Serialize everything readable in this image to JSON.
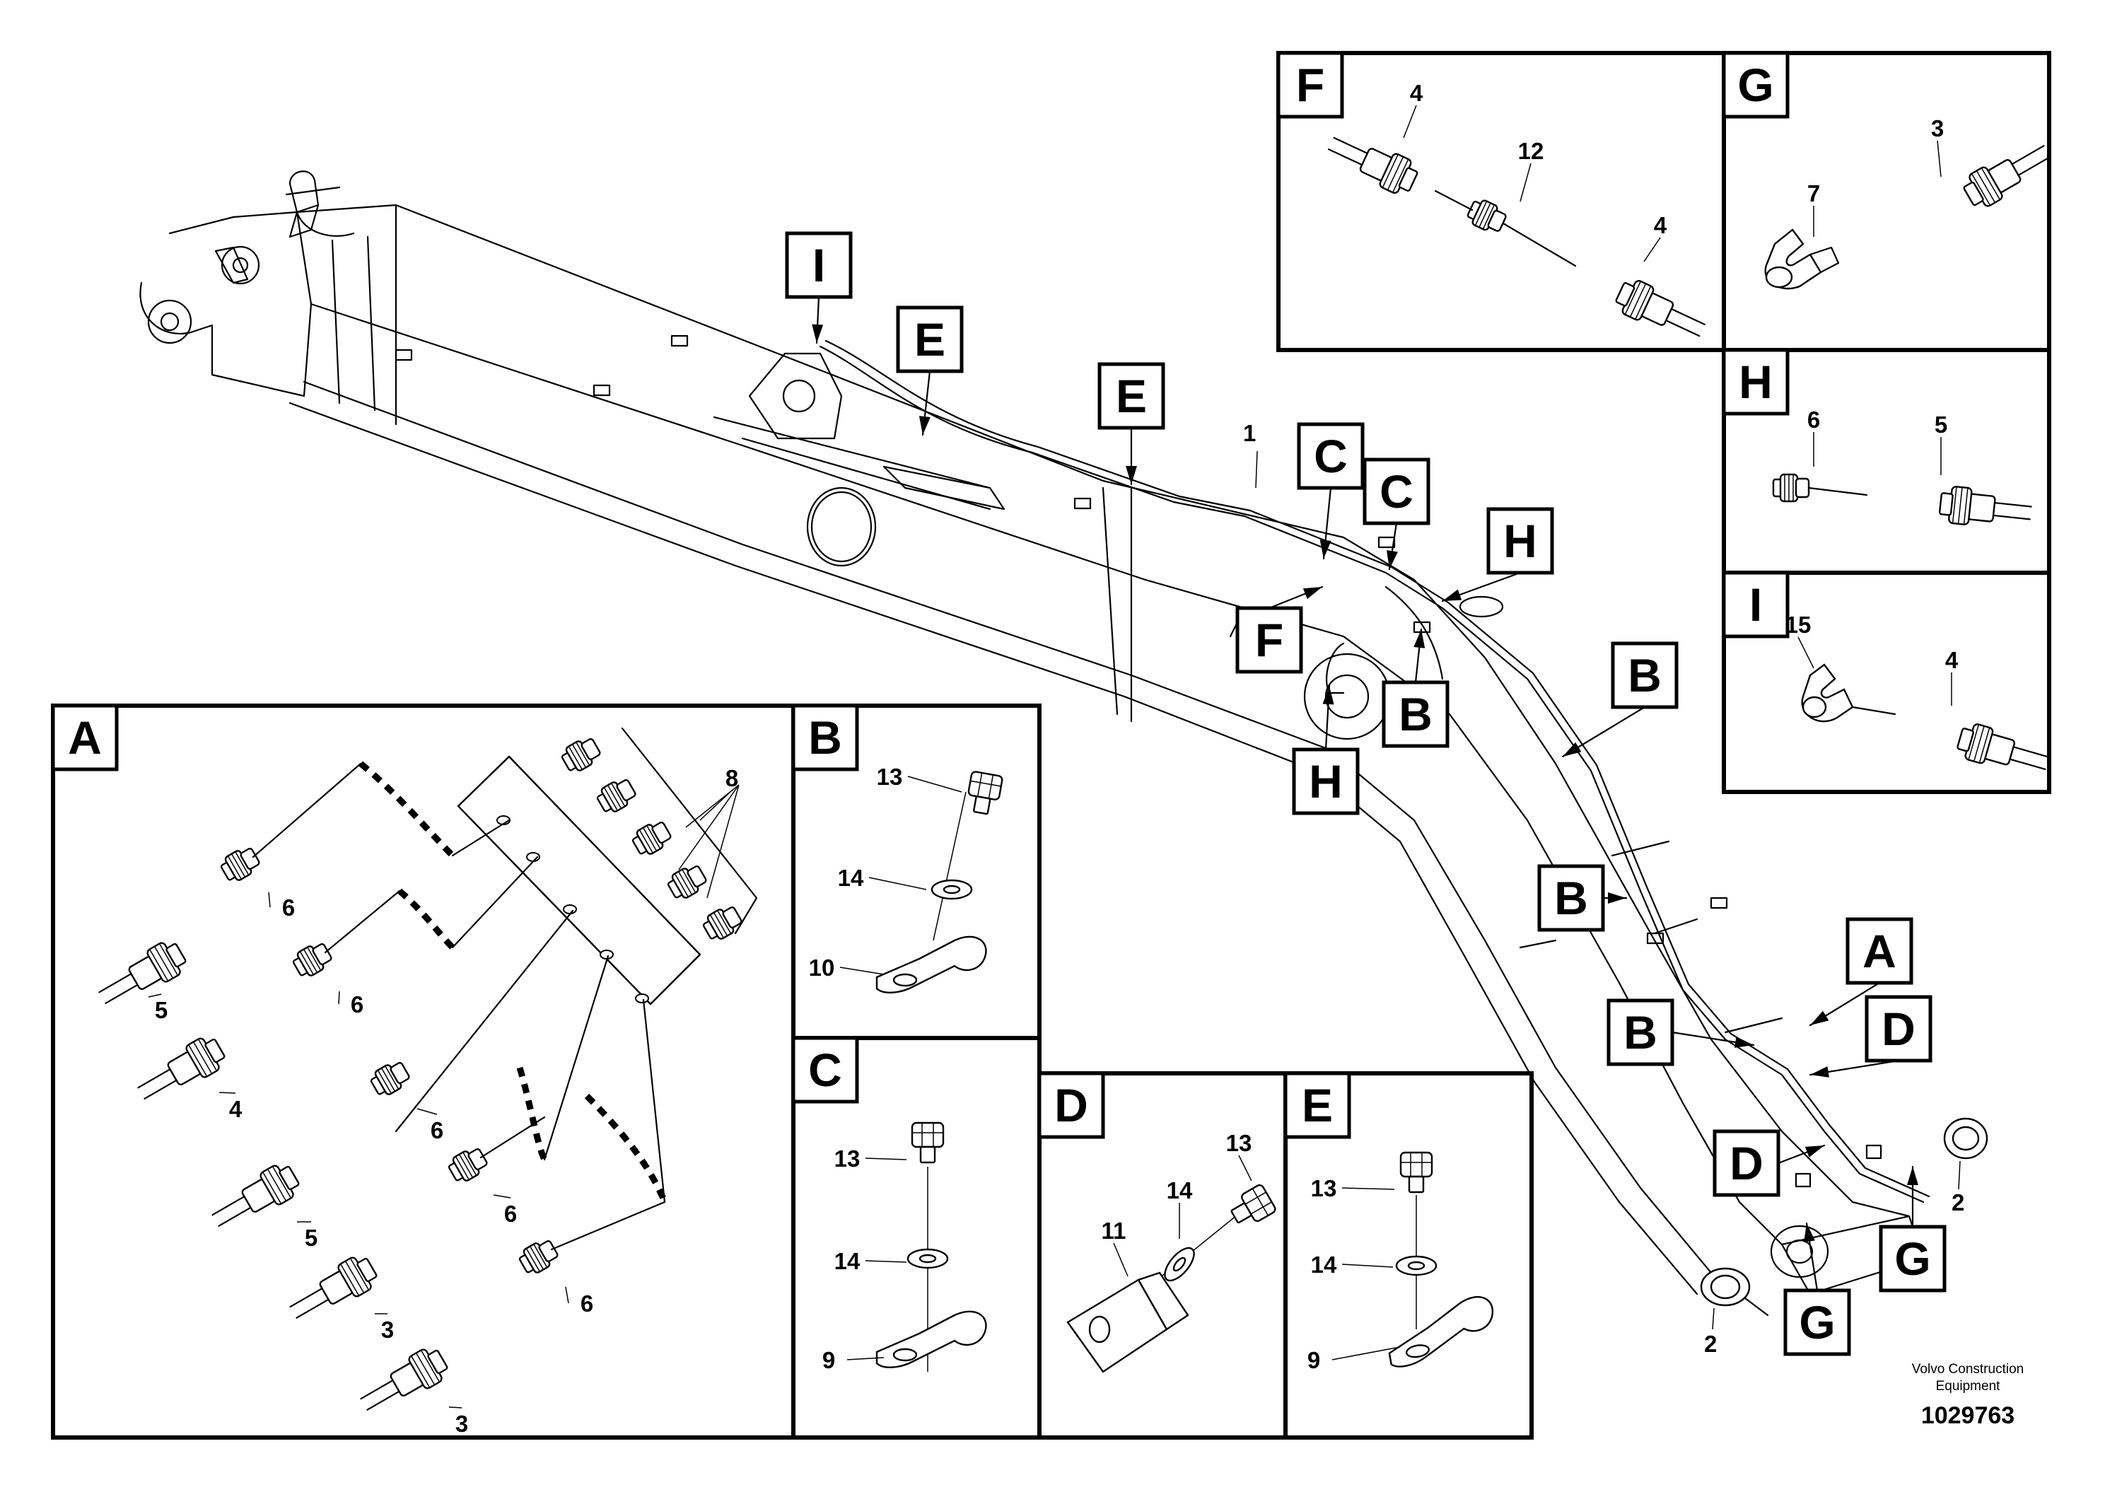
{
  "callouts_on_boom": [
    "I",
    "E",
    "E",
    "C",
    "C",
    "H",
    "F",
    "B",
    "H",
    "B",
    "B",
    "A",
    "B",
    "D",
    "D",
    "G",
    "G"
  ],
  "boom_numbers": {
    "hose": "1",
    "bushing_left": "2",
    "bushing_right": "2"
  },
  "panels": {
    "A": {
      "label": "A",
      "numbers": [
        "8",
        "6",
        "5",
        "6",
        "4",
        "6",
        "5",
        "6",
        "3",
        "6",
        "3"
      ]
    },
    "B": {
      "label": "B",
      "numbers": [
        "13",
        "14",
        "10"
      ]
    },
    "C": {
      "label": "C",
      "numbers": [
        "13",
        "14",
        "9"
      ]
    },
    "D": {
      "label": "D",
      "numbers": [
        "13",
        "14",
        "11"
      ]
    },
    "E": {
      "label": "E",
      "numbers": [
        "13",
        "14",
        "9"
      ]
    },
    "F": {
      "label": "F",
      "numbers": [
        "4",
        "12",
        "4"
      ]
    },
    "G": {
      "label": "G",
      "numbers": [
        "3",
        "7"
      ]
    },
    "H": {
      "label": "H",
      "numbers": [
        "6",
        "5"
      ]
    },
    "I": {
      "label": "I",
      "numbers": [
        "15",
        "4"
      ]
    }
  },
  "credit": {
    "line1": "Volvo Construction",
    "line2": "Equipment"
  },
  "document_number": "1029763"
}
